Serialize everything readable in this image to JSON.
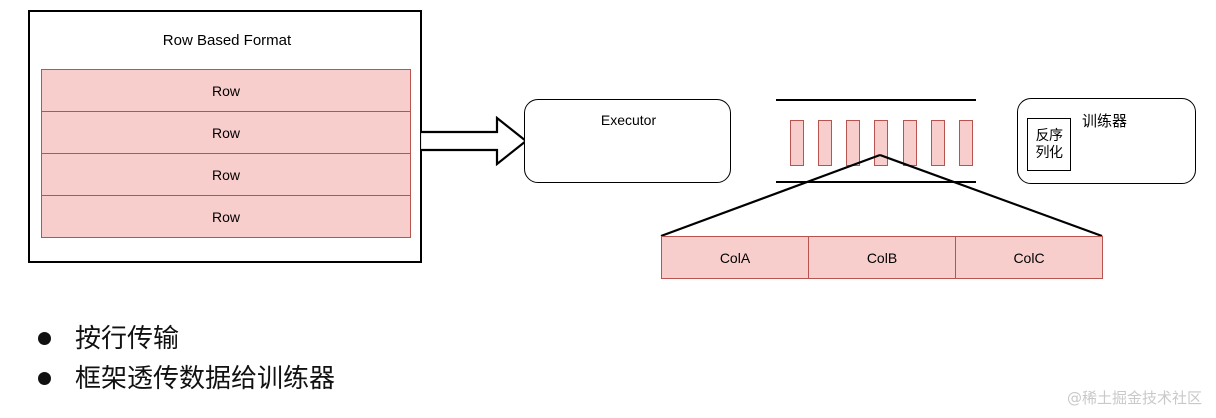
{
  "diagram": {
    "row_format_panel": {
      "title": "Row Based Format",
      "rows": [
        {
          "label": "Row"
        },
        {
          "label": "Row"
        },
        {
          "label": "Row"
        },
        {
          "label": "Row"
        }
      ]
    },
    "arrow": {
      "name": "block-arrow-right"
    },
    "executor": {
      "label": "Executor"
    },
    "columnar_stripe": {
      "bar_count": 7,
      "bars": [
        {
          "index": 1
        },
        {
          "index": 2
        },
        {
          "index": 3
        },
        {
          "index": 4
        },
        {
          "index": 5
        },
        {
          "index": 6
        },
        {
          "index": 7
        }
      ]
    },
    "trainer": {
      "deserialize_line1": "反序",
      "deserialize_line2": "列化",
      "label": "训练器"
    },
    "column_bar": {
      "cells": [
        {
          "label": "ColA"
        },
        {
          "label": "ColB"
        },
        {
          "label": "ColC"
        }
      ]
    }
  },
  "bullets": [
    {
      "text": "按行传输"
    },
    {
      "text": "框架透传数据给训练器"
    }
  ],
  "watermark": {
    "text": "@稀土掘金技术社区"
  },
  "colors": {
    "pink_fill": "#f8cecc",
    "pink_stroke": "#b85450",
    "stroke": "#000000",
    "text": "#000000",
    "watermark": "#c9c9c9"
  }
}
